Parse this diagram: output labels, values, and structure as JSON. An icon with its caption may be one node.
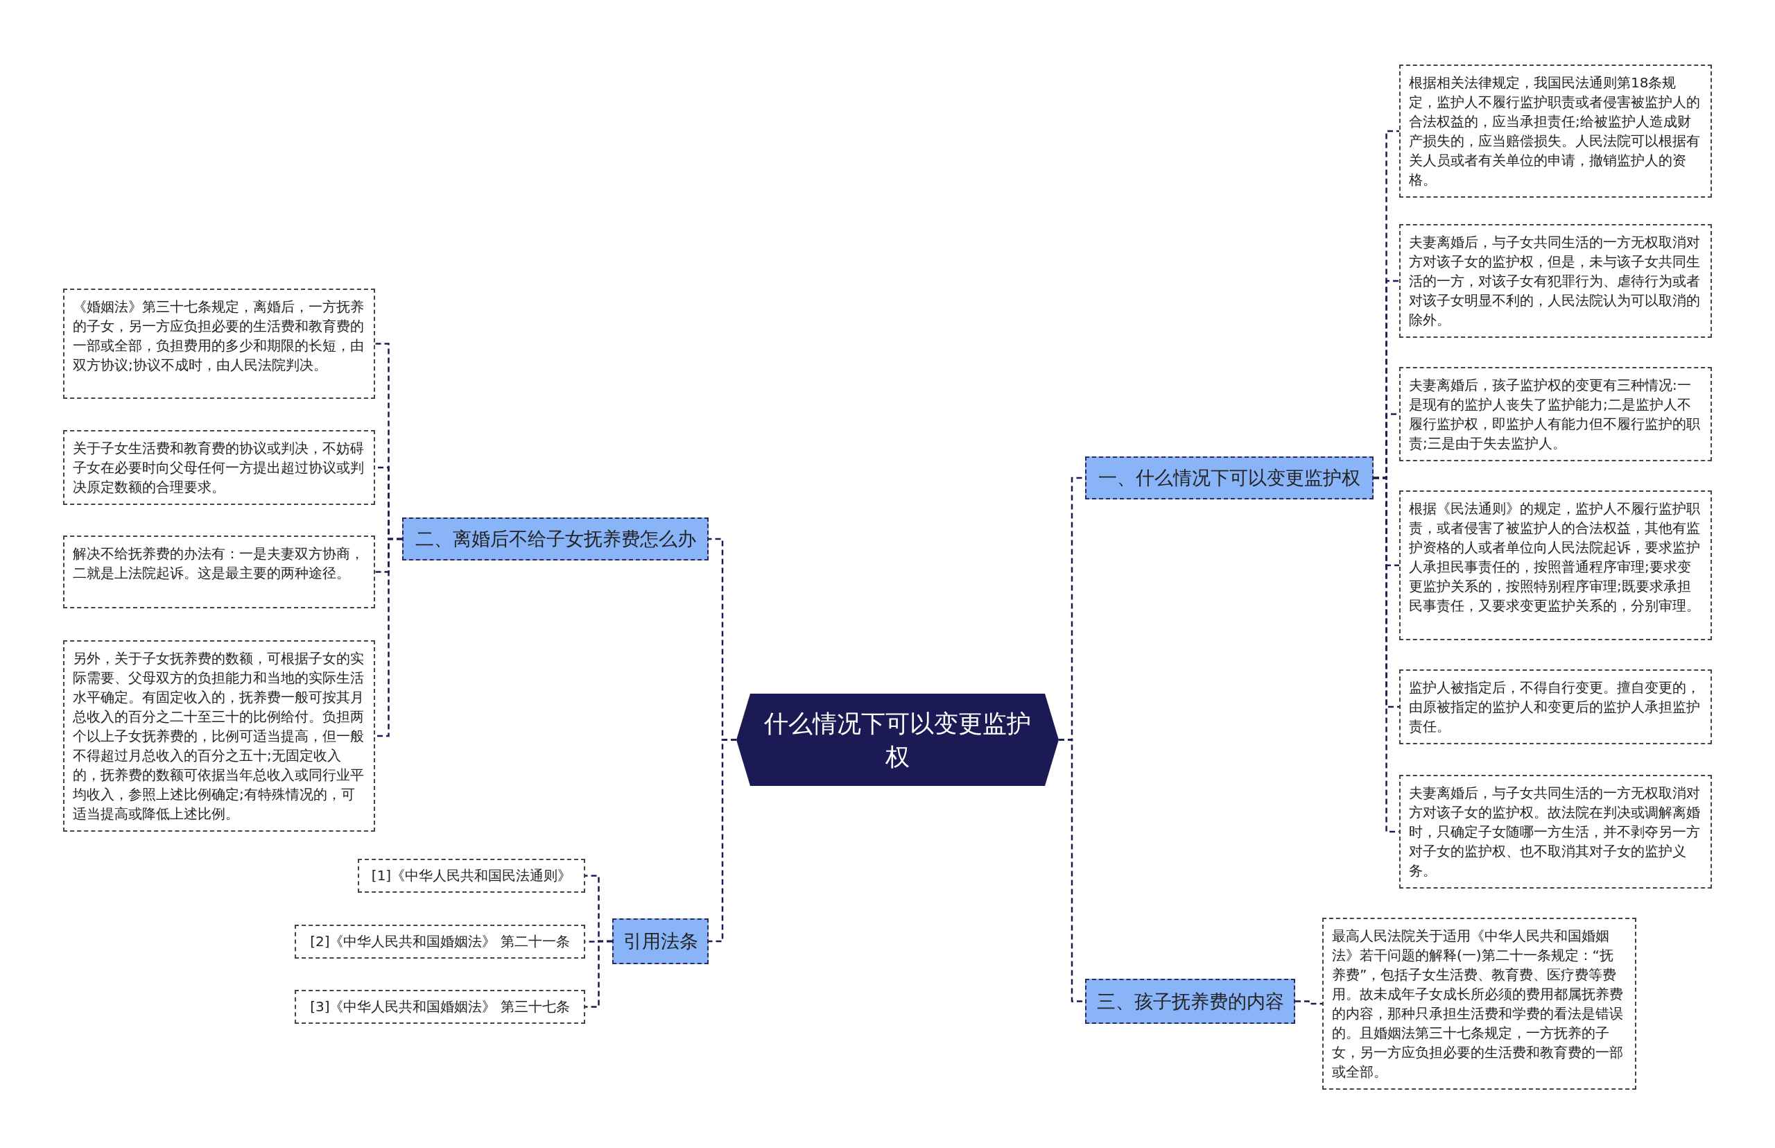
{
  "diagram": {
    "nodes": [
      {
        "text": [
          "什么情况下可以变更监护权"
        ]
      },
      {
        "text": [
          "一、什么情况下可以变更监护权"
        ]
      },
      {
        "text": [
          "根据相关法律规定，我国民法通则第18条规定，监护人不履行监护职责或者侵害被监护人的合法权益的，应当承担责任;给被监护人造成财产损失的，应当赔偿损失。人民法院可以根据有关人员或者有关单位的申请，撤销监护人的资格。"
        ]
      },
      {
        "text": [
          "夫妻离婚后，与子女共同生活的一方无权取消对方对该子女的监护权，但是，未与该子女共同生活的一方，对该子女有犯罪行为、虐待行为或者对该子女明显不利的，人民法院认为可以取消的除外。"
        ]
      },
      {
        "text": [
          "夫妻离婚后，孩子监护权的变更有三种情况:一是现有的监护人丧失了监护能力;二是监护人不履行监护权，即监护人有能力但不履行监护的职责;三是由于失去监护人。"
        ]
      },
      {
        "text": [
          "根据《民法通则》的规定，监护人不履行监护职责，或者侵害了被监护人的合法权益，其他有监护资格的人或者单位向人民法院起诉，要求监护人承担民事责任的，按照普通程序审理;要求变更监护关系的，按照特别程序审理;既要求承担民事责任，又要求变更监护关系的，分别审理。"
        ]
      },
      {
        "text": [
          "监护人被指定后，不得自行变更。擅自变更的，由原被指定的监护人和变更后的监护人承担监护责任。"
        ]
      },
      {
        "text": [
          "夫妻离婚后，与子女共同生活的一方无权取消对方对该子女的监护权。故法院在判决或调解离婚时，只确定子女随哪一方生活，并不剥夺另一方对子女的监护权、也不取消其对子女的监护义务。"
        ]
      },
      {
        "text": [
          "二、离婚后不给子女抚养费怎么办"
        ]
      },
      {
        "text": [
          "《婚姻法》第三十七条规定，离婚后，一方抚养的子女，另一方应负担必要的生活费和教育费的一部或全部，负担费用的多少和期限的长短，由双方协议;协议不成时，由人民法院判决。"
        ]
      },
      {
        "text": [
          "关于子女生活费和教育费的协议或判决，不妨碍子女在必要时向父母任何一方提出超过协议或判决原定数额的合理要求。"
        ]
      },
      {
        "text": [
          "解决不给抚养费的办法有：一是夫妻双方协商，二就是上法院起诉。这是最主要的两种途径。"
        ]
      },
      {
        "text": [
          "另外，关于子女抚养费的数额，可根据子女的实际需要、父母双方的负担能力和当地的实际生活水平确定。有固定收入的，抚养费一般可按其月总收入的百分之二十至三十的比例给付。负担两个以上子女抚养费的，比例可适当提高，但一般不得超过月总收入的百分之五十;无固定收入的，抚养费的数额可依据当年总收入或同行业平均收入，参照上述比例确定;有特殊情况的，可适当提高或降低上述比例。"
        ]
      },
      {
        "text": [
          "三、孩子抚养费的内容"
        ]
      },
      {
        "text": [
          "最高人民法院关于适用《中华人民共和国婚姻法》若干问题的解释(一)第二十一条规定：“抚养费”，包括子女生活费、教育费、医疗费等费用。故未成年子女成长所必须的费用都属抚养费的内容，那种只承担生活费和学费的看法是错误的。且婚姻法第三十七条规定，一方抚养的子女，另一方应负担必要的生活费和教育费的一部或全部。"
        ]
      },
      {
        "text": [
          "引用法条"
        ]
      },
      {
        "text": [
          "[1]《中华人民共和国民法通则》"
        ]
      },
      {
        "text": [
          "[2]《中华人民共和国婚姻法》 第二十一条"
        ]
      },
      {
        "text": [
          "[3]《中华人民共和国婚姻法》 第三十七条"
        ]
      }
    ],
    "edges": [
      {
        "from": 0,
        "to": 1,
        "arrow": "none"
      },
      {
        "from": 1,
        "to": 2,
        "arrow": "none"
      },
      {
        "from": 1,
        "to": 3,
        "arrow": "none"
      },
      {
        "from": 1,
        "to": 4,
        "arrow": "none"
      },
      {
        "from": 1,
        "to": 5,
        "arrow": "none"
      },
      {
        "from": 1,
        "to": 6,
        "arrow": "none"
      },
      {
        "from": 1,
        "to": 7,
        "arrow": "none"
      },
      {
        "from": 0,
        "to": 8,
        "arrow": "none"
      },
      {
        "from": 8,
        "to": 9,
        "arrow": "none"
      },
      {
        "from": 8,
        "to": 10,
        "arrow": "none"
      },
      {
        "from": 8,
        "to": 11,
        "arrow": "none"
      },
      {
        "from": 8,
        "to": 12,
        "arrow": "none"
      },
      {
        "from": 0,
        "to": 13,
        "arrow": "none"
      },
      {
        "from": 13,
        "to": 14,
        "arrow": "none"
      },
      {
        "from": 0,
        "to": 15,
        "arrow": "none"
      },
      {
        "from": 15,
        "to": 16,
        "arrow": "none"
      },
      {
        "from": 15,
        "to": 17,
        "arrow": "none"
      },
      {
        "from": 15,
        "to": 18,
        "arrow": "none"
      }
    ]
  }
}
